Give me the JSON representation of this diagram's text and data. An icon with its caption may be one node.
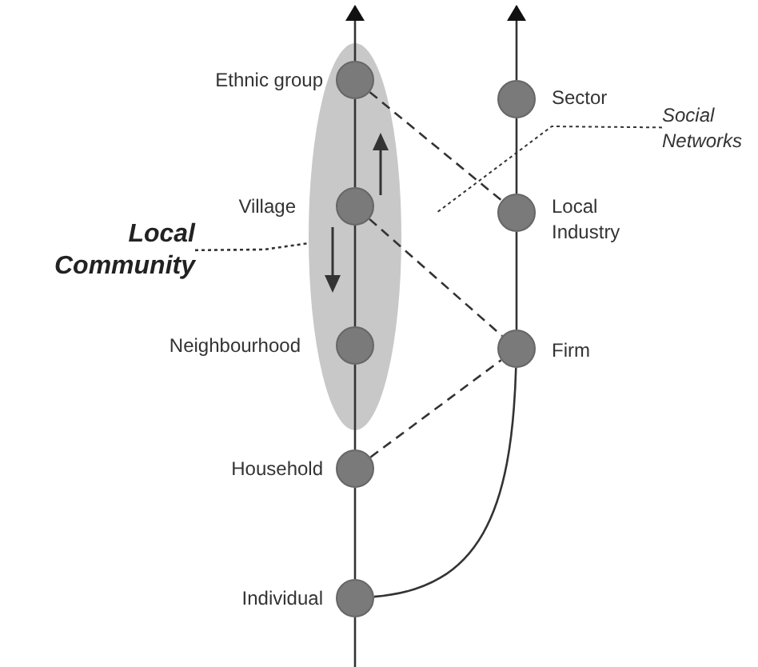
{
  "diagram": {
    "nodes": [
      {
        "text": [],
        "shape": "ellipse"
      },
      {
        "text": [],
        "shape": "circle",
        "beside": [
          "Ethnic group"
        ],
        "in": 0
      },
      {
        "text": [],
        "shape": "circle",
        "beside": [
          "Village"
        ],
        "in": 0
      },
      {
        "text": [],
        "shape": "circle",
        "beside": [
          "Neighbourhood"
        ],
        "in": 0
      },
      {
        "text": [],
        "shape": "circle",
        "beside": [
          "Household"
        ]
      },
      {
        "text": [],
        "shape": "circle",
        "beside": [
          "Individual"
        ]
      },
      {
        "text": [],
        "shape": "circle",
        "beside": [
          "Sector"
        ]
      },
      {
        "text": [],
        "shape": "circle",
        "beside": [
          "Local Industry"
        ]
      },
      {
        "text": [],
        "shape": "circle",
        "beside": [
          "Firm"
        ]
      },
      {
        "text": [
          "Local Community"
        ]
      },
      {
        "text": [
          "Social Networks"
        ]
      }
    ],
    "edges": [
      {
        "from": 5,
        "to": 4,
        "arrow": "none"
      },
      {
        "from": 4,
        "to": 3,
        "arrow": "none"
      },
      {
        "from": 3,
        "to": 2,
        "arrow": "none"
      },
      {
        "from": 2,
        "to": 1,
        "arrow": "none"
      },
      {
        "from": 1,
        "to": null,
        "arrow": "to"
      },
      {
        "from": null,
        "to": 5,
        "arrow": "none"
      },
      {
        "from": 5,
        "to": 8,
        "arrow": "none"
      },
      {
        "from": 8,
        "to": 7,
        "arrow": "none"
      },
      {
        "from": 7,
        "to": 6,
        "arrow": "none"
      },
      {
        "from": 6,
        "to": null,
        "arrow": "to"
      },
      {
        "from": 1,
        "to": 7,
        "arrow": "none",
        "style": "dashed"
      },
      {
        "from": 2,
        "to": 8,
        "arrow": "none",
        "style": "dashed"
      },
      {
        "from": 4,
        "to": 8,
        "arrow": "none",
        "style": "dashed"
      },
      {
        "from": 9,
        "to": 0,
        "arrow": "none",
        "style": "dashed"
      },
      {
        "from": 10,
        "to": null,
        "arrow": "none",
        "style": "dashed"
      }
    ]
  }
}
